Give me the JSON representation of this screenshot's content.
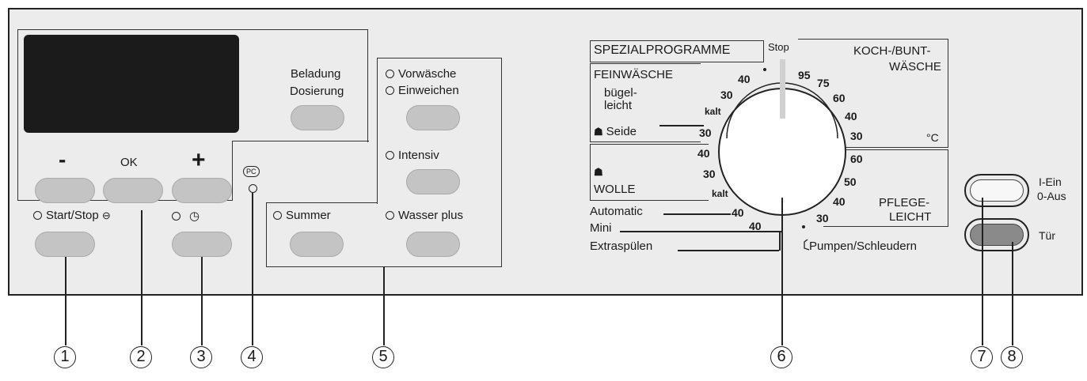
{
  "buttons": {
    "minus": "-",
    "ok": "OK",
    "plus": "+",
    "start_stop": "Start/Stop",
    "start_stop_symbol": "⊖",
    "timer_symbol": "◷",
    "beladung": "Beladung",
    "dosierung": "Dosierung",
    "pc_symbol": "PC"
  },
  "options": {
    "vorwaesche": "Vorwäsche",
    "einweichen": "Einweichen",
    "intensiv": "Intensiv",
    "summer": "Summer",
    "wasser_plus": "Wasser plus"
  },
  "dial": {
    "stop": "Stop",
    "programs": {
      "spezial": "SPEZIALPROGRAMME",
      "feinwaesche": "FEINWÄSCHE",
      "buegel_1": "bügel-",
      "buegel_2": "leicht",
      "seide": "Seide",
      "wolle": "WOLLE",
      "automatic": "Automatic",
      "mini": "Mini",
      "extraspuelen": "Extraspülen",
      "koch_1": "KOCH-/BUNT-",
      "koch_2": "WÄSCHE",
      "celsius": "°C",
      "pflege_1": "PFLEGE-",
      "pflege_2": "LEICHT",
      "pumpen": "Pumpen/Schleudern"
    },
    "left_temps": [
      "40",
      "30",
      "kalt",
      "30",
      "40",
      "30",
      "kalt",
      "40",
      "40"
    ],
    "right_temps": [
      "95",
      "75",
      "60",
      "40",
      "30",
      "60",
      "50",
      "40",
      "30"
    ]
  },
  "power": {
    "ein": "I-Ein",
    "aus": "0-Aus",
    "tuer": "Tür"
  },
  "callouts": [
    "1",
    "2",
    "3",
    "4",
    "5",
    "6",
    "7",
    "8"
  ]
}
